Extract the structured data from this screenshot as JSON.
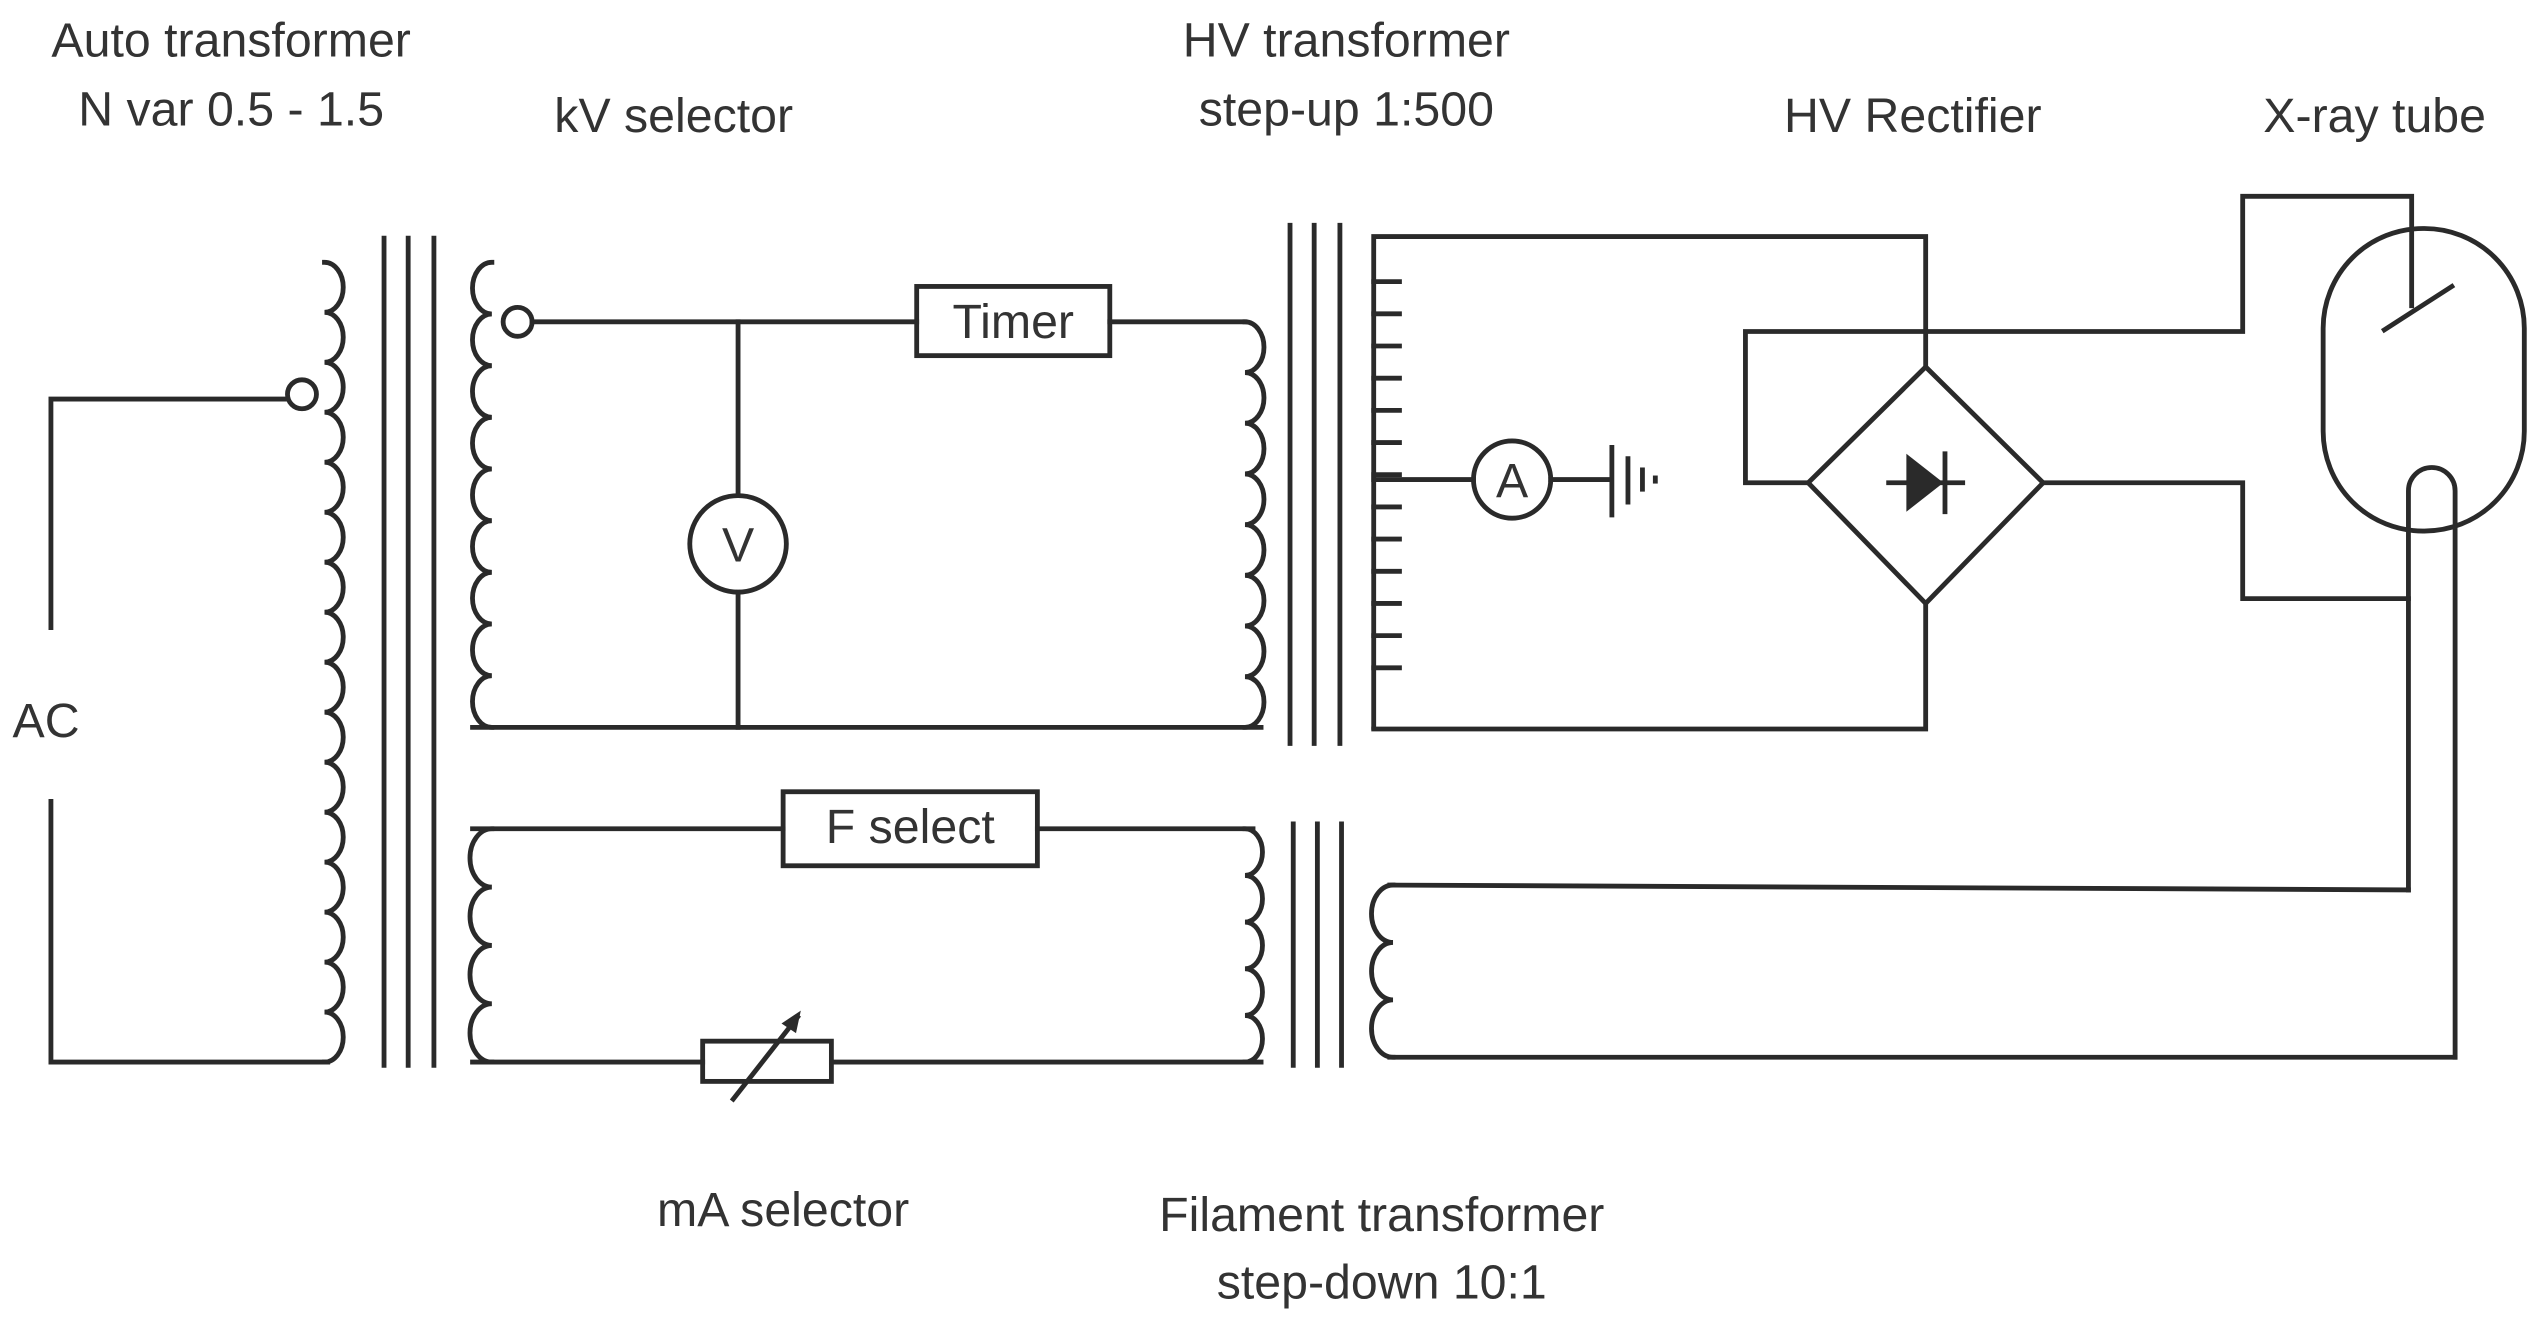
{
  "labels": {
    "auto_transformer": "Auto transformer",
    "auto_range": "N var 0.5 - 1.5",
    "kv_selector": "kV selector",
    "hv_transformer": "HV transformer",
    "hv_ratio": "step-up 1:500",
    "hv_rectifier": "HV Rectifier",
    "xray_tube": "X-ray tube",
    "ac": "AC",
    "ma_selector": "mA selector",
    "filament_transformer": "Filament transformer",
    "filament_ratio": "step-down 10:1"
  },
  "components": {
    "timer": "Timer",
    "f_select": "F select",
    "voltmeter": "V",
    "ammeter": "A"
  },
  "colors": {
    "line": "#2a2a2a",
    "text": "#333333",
    "background": "#ffffff"
  }
}
